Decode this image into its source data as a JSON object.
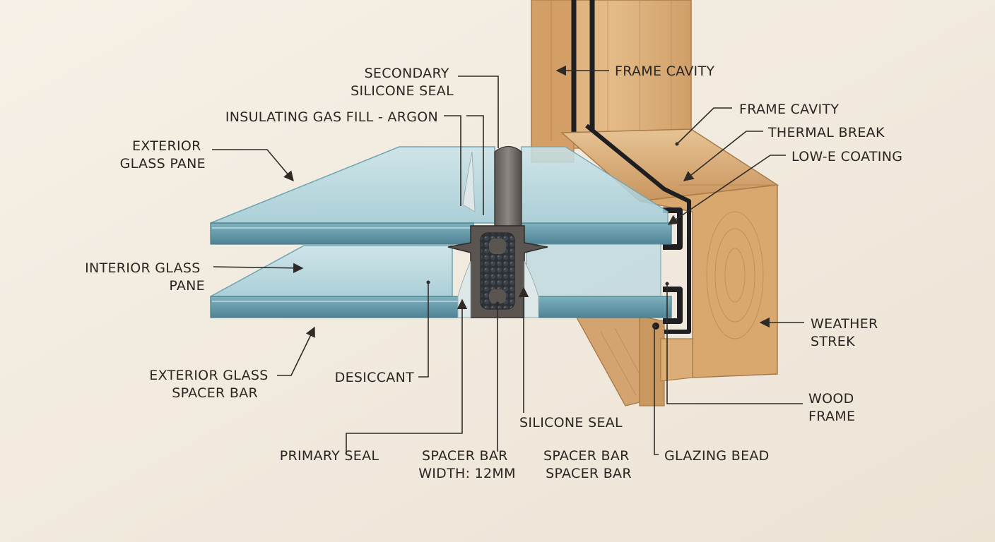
{
  "colors": {
    "background": "#f3ece1",
    "glass": "#a9cfd9",
    "glass_edge": "#5f93a2",
    "wood": "#d9ac78",
    "wood_dark": "#b98652",
    "spacer": "#6f6a66",
    "desiccant": "#2e3136",
    "seal": "#1f1f22",
    "leader": "#2f2a26"
  },
  "labels": {
    "secondary_silicone_seal": [
      "SECONDARY",
      "SILICONE SEAL"
    ],
    "insulating_gas_fill": [
      "INSULATING GAS FILL - ARGON"
    ],
    "exterior_glass_pane": [
      "EXTERIOR",
      "GLASS PANE"
    ],
    "interior_glass_pane": [
      "INTERIOR GLASS",
      "PANE"
    ],
    "exterior_glass_spacer_bar": [
      "EXTERIOR GLASS",
      "SPACER BAR"
    ],
    "desiccant": [
      "DESICCANT"
    ],
    "primary_seal": [
      "PRIMARY SEAL"
    ],
    "spacer_bar_width": [
      "SPACER BAR",
      "WIDTH: 12MM"
    ],
    "spacer_bar_spacer_bar": [
      "SPACER BAR",
      "SPACER BAR"
    ],
    "silicone_seal": [
      "SILICONE SEAL"
    ],
    "frame_cavity_top": [
      "FRAME CAVITY"
    ],
    "frame_cavity": [
      "FRAME CAVITY"
    ],
    "thermal_break": [
      "THERMAL BREAK"
    ],
    "low_e_coating": [
      "LOW-E COATING"
    ],
    "weather_strek": [
      "WEATHER",
      "STREK"
    ],
    "wood_frame": [
      "WOOD",
      "FRAME"
    ],
    "glazing_bead": [
      "GLAZING BEAD"
    ]
  }
}
